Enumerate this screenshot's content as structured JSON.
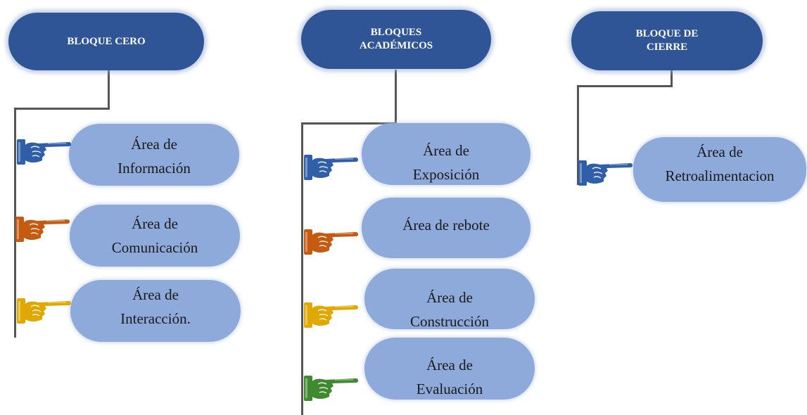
{
  "blocks": [
    {
      "title_lines": [
        "BLOQUE CERO"
      ],
      "areas": [
        {
          "lines": [
            "Área de",
            "Información"
          ],
          "hand_color": "#2f5fa8"
        },
        {
          "lines": [
            "Área de",
            "Comunicación"
          ],
          "hand_color": "#c55a11"
        },
        {
          "lines": [
            "Área de",
            "Interacción."
          ],
          "hand_color": "#e0a800"
        }
      ]
    },
    {
      "title_lines": [
        "BLOQUES",
        "ACADÉMICOS"
      ],
      "areas": [
        {
          "lines": [
            "Área de",
            "Exposición"
          ],
          "hand_color": "#2f5fa8"
        },
        {
          "lines": [
            "Área de rebote"
          ],
          "hand_color": "#c55a11"
        },
        {
          "lines": [
            "Área de",
            "Construcción"
          ],
          "hand_color": "#e0a800"
        },
        {
          "lines": [
            "Área de",
            "Evaluación"
          ],
          "hand_color": "#3f8a2f"
        }
      ]
    },
    {
      "title_lines": [
        "BLOQUE DE",
        "CIERRE"
      ],
      "areas": [
        {
          "lines": [
            "Área de",
            "Retroalimentacion"
          ],
          "hand_color": "#2f5fa8"
        }
      ]
    }
  ],
  "colors": {
    "header_bg": "#2f5597",
    "area_bg": "#8eaadb",
    "connector": "#555555"
  },
  "icons": {
    "pointer": "pointing-hand-icon"
  }
}
